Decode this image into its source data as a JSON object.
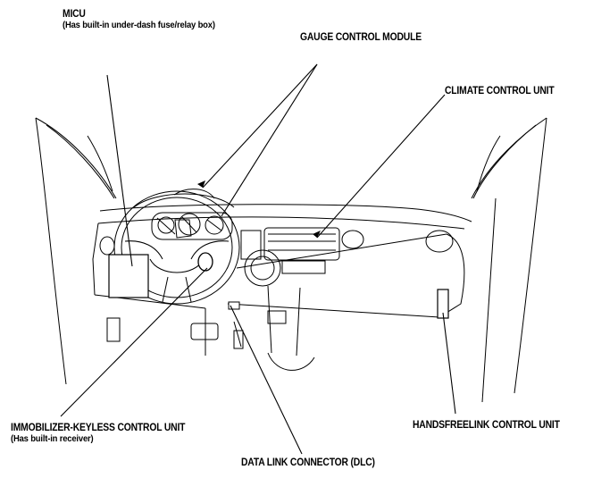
{
  "labels": {
    "micu": "MICU",
    "micu_note": "(Has built-in under-dash fuse/relay box)",
    "gauge": "GAUGE CONTROL MODULE",
    "climate": "CLIMATE CONTROL UNIT",
    "immobilizer": "IMMOBILIZER-KEYLESS CONTROL UNIT",
    "immobilizer_note": "(Has built-in receiver)",
    "handsfree": "HANDSFREELINK CONTROL UNIT",
    "dlc": "DATA LINK CONNECTOR (DLC)"
  },
  "colors": {
    "line": "#000000",
    "background": "#ffffff"
  }
}
